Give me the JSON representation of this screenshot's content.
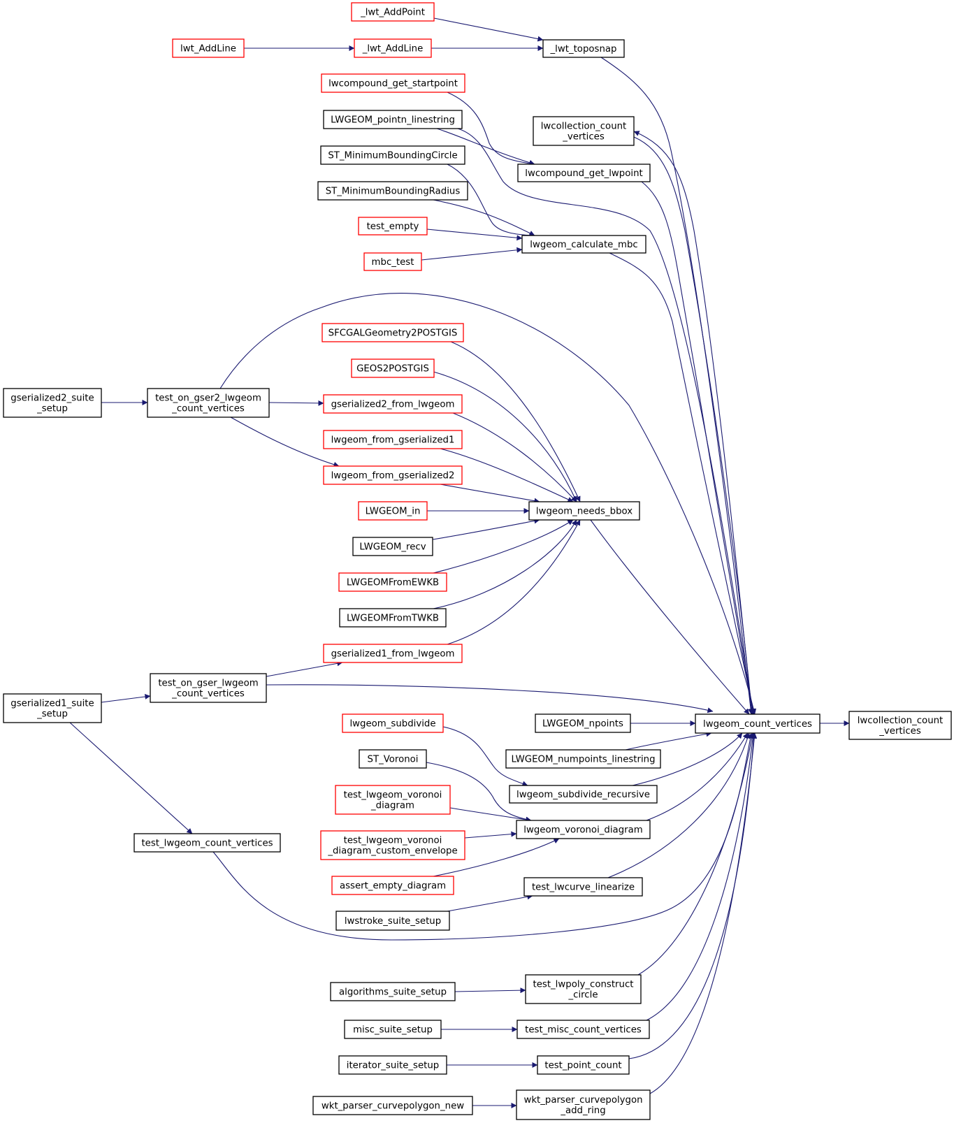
{
  "colors": {
    "edge": "#191970",
    "node_border_default": "#000000",
    "node_border_truncated": "#ff0000",
    "node_fill_default": "#ffffff",
    "node_fill_focus": "#bfbfbf"
  },
  "nodes": [
    {
      "id": "lwcollection_focus",
      "lines": [
        "lwcollection_count",
        "_vertices"
      ],
      "style": "focus"
    },
    {
      "id": "lwgeom_count_vertices",
      "lines": [
        "lwgeom_count_vertices"
      ],
      "style": "normal"
    },
    {
      "id": "lwt_AddPoint",
      "lines": [
        "_lwt_AddPoint"
      ],
      "style": "truncated"
    },
    {
      "id": "lwt_AddLine_pub",
      "lines": [
        "lwt_AddLine"
      ],
      "style": "truncated"
    },
    {
      "id": "lwt_AddLine",
      "lines": [
        "_lwt_AddLine"
      ],
      "style": "truncated"
    },
    {
      "id": "lwt_toposnap",
      "lines": [
        "_lwt_toposnap"
      ],
      "style": "normal"
    },
    {
      "id": "lwcompound_get_startpoint",
      "lines": [
        "lwcompound_get_startpoint"
      ],
      "style": "truncated"
    },
    {
      "id": "lwgeom_pointn_linestring",
      "lines": [
        "LWGEOM_pointn_linestring"
      ],
      "style": "normal"
    },
    {
      "id": "lwcollection_count_vertices",
      "lines": [
        "lwcollection_count",
        "_vertices"
      ],
      "style": "normal"
    },
    {
      "id": "st_mbc",
      "lines": [
        "ST_MinimumBoundingCircle"
      ],
      "style": "normal"
    },
    {
      "id": "lwcompound_get_lwpoint",
      "lines": [
        "lwcompound_get_lwpoint"
      ],
      "style": "normal"
    },
    {
      "id": "st_mbr",
      "lines": [
        "ST_MinimumBoundingRadius"
      ],
      "style": "normal"
    },
    {
      "id": "test_empty",
      "lines": [
        "test_empty"
      ],
      "style": "truncated"
    },
    {
      "id": "mbc_test",
      "lines": [
        "mbc_test"
      ],
      "style": "truncated"
    },
    {
      "id": "lwgeom_calculate_mbc",
      "lines": [
        "lwgeom_calculate_mbc"
      ],
      "style": "normal"
    },
    {
      "id": "sfcgal2postgis",
      "lines": [
        "SFCGALGeometry2POSTGIS"
      ],
      "style": "truncated"
    },
    {
      "id": "geos2postgis",
      "lines": [
        "GEOS2POSTGIS"
      ],
      "style": "truncated"
    },
    {
      "id": "gserialized2_suite_setup",
      "lines": [
        "gserialized2_suite",
        "_setup"
      ],
      "style": "normal"
    },
    {
      "id": "test_on_gser2",
      "lines": [
        "test_on_gser2_lwgeom",
        "_count_vertices"
      ],
      "style": "normal"
    },
    {
      "id": "gserialized2_from_lwgeom",
      "lines": [
        "gserialized2_from_lwgeom"
      ],
      "style": "truncated"
    },
    {
      "id": "lwgeom_from_gserialized1",
      "lines": [
        "lwgeom_from_gserialized1"
      ],
      "style": "truncated"
    },
    {
      "id": "lwgeom_from_gserialized2",
      "lines": [
        "lwgeom_from_gserialized2"
      ],
      "style": "truncated"
    },
    {
      "id": "lwgeom_in",
      "lines": [
        "LWGEOM_in"
      ],
      "style": "truncated"
    },
    {
      "id": "lwgeom_needs_bbox",
      "lines": [
        "lwgeom_needs_bbox"
      ],
      "style": "normal"
    },
    {
      "id": "lwgeom_recv",
      "lines": [
        "LWGEOM_recv"
      ],
      "style": "normal"
    },
    {
      "id": "lwgeomfromewkb",
      "lines": [
        "LWGEOMFromEWKB"
      ],
      "style": "truncated"
    },
    {
      "id": "lwgeomfromtwkb",
      "lines": [
        "LWGEOMFromTWKB"
      ],
      "style": "normal"
    },
    {
      "id": "gserialized1_from_lwgeom",
      "lines": [
        "gserialized1_from_lwgeom"
      ],
      "style": "truncated"
    },
    {
      "id": "test_on_gser",
      "lines": [
        "test_on_gser_lwgeom",
        "_count_vertices"
      ],
      "style": "normal"
    },
    {
      "id": "gserialized1_suite_setup",
      "lines": [
        "gserialized1_suite",
        "_setup"
      ],
      "style": "normal"
    },
    {
      "id": "lwgeom_npoints",
      "lines": [
        "LWGEOM_npoints"
      ],
      "style": "normal"
    },
    {
      "id": "lwgeom_subdivide",
      "lines": [
        "lwgeom_subdivide"
      ],
      "style": "truncated"
    },
    {
      "id": "lwgeom_numpoints_linestring",
      "lines": [
        "LWGEOM_numpoints_linestring"
      ],
      "style": "normal"
    },
    {
      "id": "st_voronoi",
      "lines": [
        "ST_Voronoi"
      ],
      "style": "normal"
    },
    {
      "id": "lwgeom_subdivide_recursive",
      "lines": [
        "lwgeom_subdivide_recursive"
      ],
      "style": "normal"
    },
    {
      "id": "test_lwgeom_voronoi_diagram",
      "lines": [
        "test_lwgeom_voronoi",
        "_diagram"
      ],
      "style": "truncated"
    },
    {
      "id": "test_lwgeom_voronoi_diagram_ce",
      "lines": [
        "test_lwgeom_voronoi",
        "_diagram_custom_envelope"
      ],
      "style": "truncated"
    },
    {
      "id": "lwgeom_voronoi_diagram",
      "lines": [
        "lwgeom_voronoi_diagram"
      ],
      "style": "normal"
    },
    {
      "id": "test_lwgeom_count_vertices",
      "lines": [
        "test_lwgeom_count_vertices"
      ],
      "style": "normal"
    },
    {
      "id": "assert_empty_diagram",
      "lines": [
        "assert_empty_diagram"
      ],
      "style": "truncated"
    },
    {
      "id": "test_lwcurve_linearize",
      "lines": [
        "test_lwcurve_linearize"
      ],
      "style": "normal"
    },
    {
      "id": "lwstroke_suite_setup",
      "lines": [
        "lwstroke_suite_setup"
      ],
      "style": "normal"
    },
    {
      "id": "algorithms_suite_setup",
      "lines": [
        "algorithms_suite_setup"
      ],
      "style": "normal"
    },
    {
      "id": "test_lwpoly_construct_circle",
      "lines": [
        "test_lwpoly_construct",
        "_circle"
      ],
      "style": "normal"
    },
    {
      "id": "misc_suite_setup",
      "lines": [
        "misc_suite_setup"
      ],
      "style": "normal"
    },
    {
      "id": "test_misc_count_vertices",
      "lines": [
        "test_misc_count_vertices"
      ],
      "style": "normal"
    },
    {
      "id": "iterator_suite_setup",
      "lines": [
        "iterator_suite_setup"
      ],
      "style": "normal"
    },
    {
      "id": "test_point_count",
      "lines": [
        "test_point_count"
      ],
      "style": "normal"
    },
    {
      "id": "wkt_parser_curvepolygon_new",
      "lines": [
        "wkt_parser_curvepolygon_new"
      ],
      "style": "normal"
    },
    {
      "id": "wkt_parser_curvepolygon_add_ring",
      "lines": [
        "wkt_parser_curvepolygon",
        "_add_ring"
      ],
      "style": "normal"
    }
  ],
  "edges": [
    {
      "from": "lwgeom_count_vertices",
      "to": "lwcollection_focus"
    },
    {
      "from": "lwt_toposnap",
      "to": "lwgeom_count_vertices"
    },
    {
      "from": "lwcollection_count_vertices",
      "to": "lwgeom_count_vertices"
    },
    {
      "from": "lwgeom_count_vertices",
      "to": "lwcollection_count_vertices"
    },
    {
      "from": "lwcompound_get_lwpoint",
      "to": "lwgeom_count_vertices"
    },
    {
      "from": "lwgeom_pointn_linestring",
      "to": "lwgeom_count_vertices"
    },
    {
      "from": "lwgeom_calculate_mbc",
      "to": "lwgeom_count_vertices"
    },
    {
      "from": "test_on_gser2",
      "to": "lwgeom_count_vertices"
    },
    {
      "from": "lwgeom_needs_bbox",
      "to": "lwgeom_count_vertices"
    },
    {
      "from": "test_on_gser",
      "to": "lwgeom_count_vertices"
    },
    {
      "from": "lwgeom_npoints",
      "to": "lwgeom_count_vertices"
    },
    {
      "from": "lwgeom_numpoints_linestring",
      "to": "lwgeom_count_vertices"
    },
    {
      "from": "lwgeom_subdivide_recursive",
      "to": "lwgeom_count_vertices"
    },
    {
      "from": "lwgeom_voronoi_diagram",
      "to": "lwgeom_count_vertices"
    },
    {
      "from": "test_lwcurve_linearize",
      "to": "lwgeom_count_vertices"
    },
    {
      "from": "test_lwgeom_count_vertices",
      "to": "lwgeom_count_vertices"
    },
    {
      "from": "test_lwpoly_construct_circle",
      "to": "lwgeom_count_vertices"
    },
    {
      "from": "test_misc_count_vertices",
      "to": "lwgeom_count_vertices"
    },
    {
      "from": "test_point_count",
      "to": "lwgeom_count_vertices"
    },
    {
      "from": "wkt_parser_curvepolygon_add_ring",
      "to": "lwgeom_count_vertices"
    },
    {
      "from": "lwt_AddPoint",
      "to": "lwt_toposnap"
    },
    {
      "from": "lwt_AddLine",
      "to": "lwt_toposnap"
    },
    {
      "from": "lwt_AddLine_pub",
      "to": "lwt_AddLine"
    },
    {
      "from": "lwcompound_get_startpoint",
      "to": "lwcompound_get_lwpoint"
    },
    {
      "from": "lwgeom_pointn_linestring",
      "to": "lwcompound_get_lwpoint"
    },
    {
      "from": "st_mbc",
      "to": "lwgeom_calculate_mbc"
    },
    {
      "from": "st_mbr",
      "to": "lwgeom_calculate_mbc"
    },
    {
      "from": "test_empty",
      "to": "lwgeom_calculate_mbc"
    },
    {
      "from": "mbc_test",
      "to": "lwgeom_calculate_mbc"
    },
    {
      "from": "gserialized2_suite_setup",
      "to": "test_on_gser2"
    },
    {
      "from": "test_on_gser2",
      "to": "gserialized2_from_lwgeom"
    },
    {
      "from": "test_on_gser2",
      "to": "lwgeom_from_gserialized2"
    },
    {
      "from": "sfcgal2postgis",
      "to": "lwgeom_needs_bbox"
    },
    {
      "from": "geos2postgis",
      "to": "lwgeom_needs_bbox"
    },
    {
      "from": "gserialized2_from_lwgeom",
      "to": "lwgeom_needs_bbox"
    },
    {
      "from": "lwgeom_from_gserialized1",
      "to": "lwgeom_needs_bbox"
    },
    {
      "from": "lwgeom_from_gserialized2",
      "to": "lwgeom_needs_bbox"
    },
    {
      "from": "lwgeom_in",
      "to": "lwgeom_needs_bbox"
    },
    {
      "from": "lwgeom_recv",
      "to": "lwgeom_needs_bbox"
    },
    {
      "from": "lwgeomfromewkb",
      "to": "lwgeom_needs_bbox"
    },
    {
      "from": "lwgeomfromtwkb",
      "to": "lwgeom_needs_bbox"
    },
    {
      "from": "gserialized1_from_lwgeom",
      "to": "lwgeom_needs_bbox"
    },
    {
      "from": "test_on_gser",
      "to": "gserialized1_from_lwgeom"
    },
    {
      "from": "gserialized1_suite_setup",
      "to": "test_on_gser"
    },
    {
      "from": "gserialized1_suite_setup",
      "to": "test_lwgeom_count_vertices"
    },
    {
      "from": "lwgeom_subdivide",
      "to": "lwgeom_subdivide_recursive"
    },
    {
      "from": "st_voronoi",
      "to": "lwgeom_voronoi_diagram"
    },
    {
      "from": "test_lwgeom_voronoi_diagram",
      "to": "lwgeom_voronoi_diagram"
    },
    {
      "from": "test_lwgeom_voronoi_diagram_ce",
      "to": "lwgeom_voronoi_diagram"
    },
    {
      "from": "assert_empty_diagram",
      "to": "lwgeom_voronoi_diagram"
    },
    {
      "from": "lwstroke_suite_setup",
      "to": "test_lwcurve_linearize"
    },
    {
      "from": "algorithms_suite_setup",
      "to": "test_lwpoly_construct_circle"
    },
    {
      "from": "misc_suite_setup",
      "to": "test_misc_count_vertices"
    },
    {
      "from": "iterator_suite_setup",
      "to": "test_point_count"
    },
    {
      "from": "wkt_parser_curvepolygon_new",
      "to": "wkt_parser_curvepolygon_add_ring"
    }
  ]
}
